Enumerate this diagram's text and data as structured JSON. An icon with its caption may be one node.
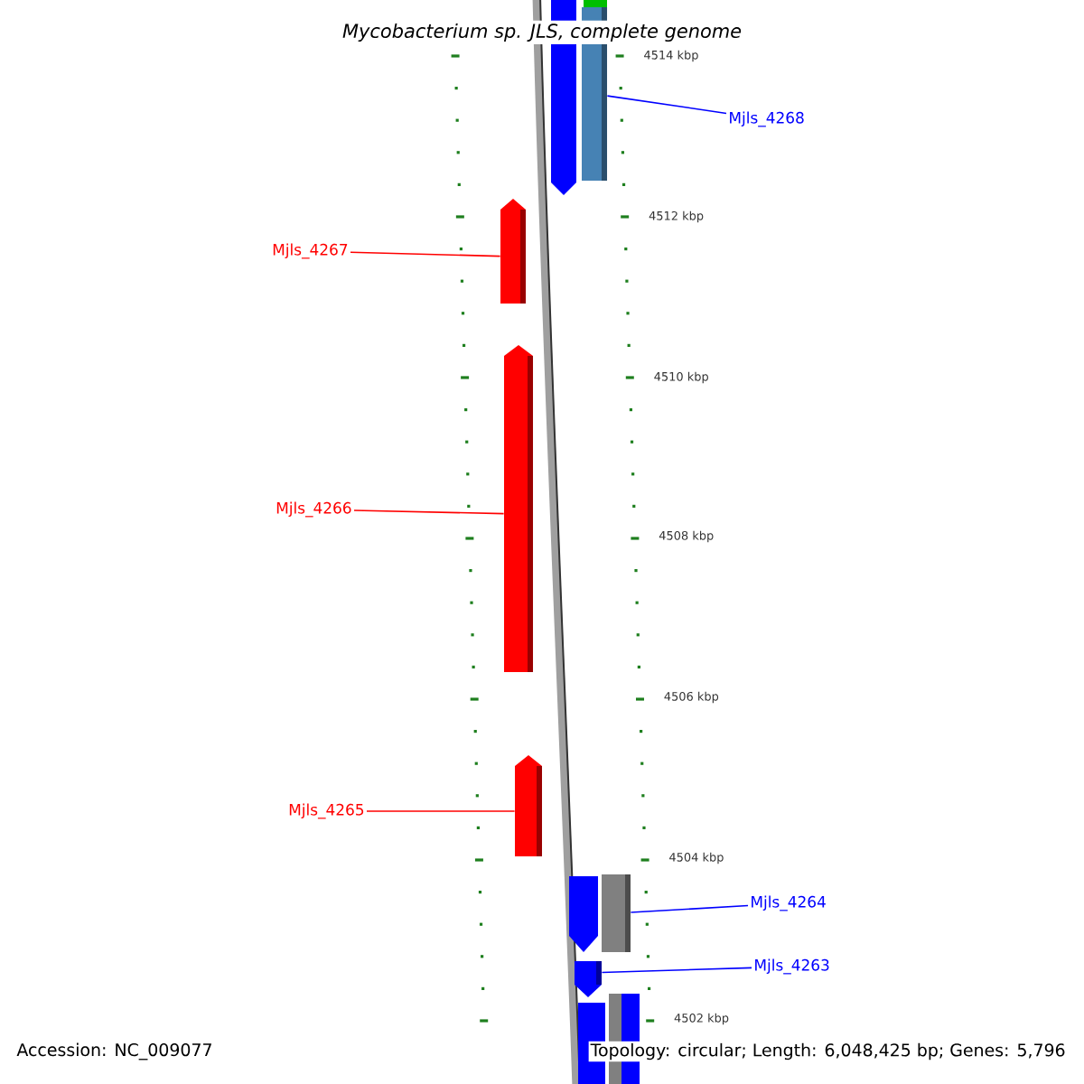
{
  "diagram": {
    "title": "Mycobacterium sp. JLS, complete genome",
    "nodes": [
      {
        "text": [
          "Mjls_4268"
        ]
      },
      {
        "text": [],
        "shape": "bar"
      },
      {
        "text": [
          "Mjls_4267"
        ]
      },
      {
        "text": [],
        "shape": "bar"
      },
      {
        "text": [
          "Mjls_4266"
        ]
      },
      {
        "text": [],
        "shape": "bar"
      },
      {
        "text": [
          "Mjls_4265"
        ]
      },
      {
        "text": [],
        "shape": "bar"
      },
      {
        "text": [
          "Mjls_4264"
        ]
      },
      {
        "text": [],
        "shape": "bar"
      },
      {
        "text": [
          "Mjls_4263"
        ]
      },
      {
        "text": [],
        "shape": "bar"
      }
    ],
    "edges": [
      {
        "from": 0,
        "to": 1,
        "arrow": "none",
        "color": "#0000ff"
      },
      {
        "from": 2,
        "to": 3,
        "arrow": "none",
        "color": "#ff0000"
      },
      {
        "from": 4,
        "to": 5,
        "arrow": "none",
        "color": "#ff0000"
      },
      {
        "from": 6,
        "to": 7,
        "arrow": "none",
        "color": "#ff0000"
      },
      {
        "from": 8,
        "to": 9,
        "arrow": "none",
        "color": "#0000ff"
      },
      {
        "from": 10,
        "to": 11,
        "arrow": "none",
        "color": "#0000ff"
      }
    ],
    "labels": [
      "4514 kbp",
      "4512 kbp",
      "4510 kbp",
      "4508 kbp",
      "4506 kbp",
      "4504 kbp",
      "4502 kbp",
      "Accession: NC_009077",
      "Topology: circular; Length: 6,048,425 bp; Genes: 5,796"
    ]
  }
}
